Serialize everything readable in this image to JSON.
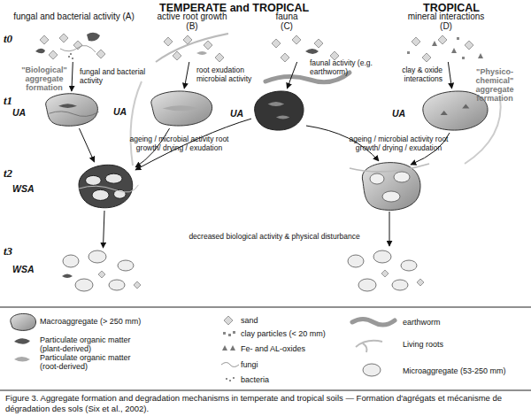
{
  "diagram": {
    "caption": "Figure 3. Aggregate formation and degradation mechanisms in temperate and tropical soils — Formation d'agrégats et mécanisme de dégradation des sols (Six et al., 2002).",
    "nodes": [
      {
        "text": [
          "fungal and bacterial activity (A)"
        ]
      },
      {
        "text": [
          "active root growth (B)"
        ]
      },
      {
        "text": [
          "fauna (C)"
        ]
      },
      {
        "text": [
          "mineral interactions (D)"
        ]
      },
      {
        "text": [
          "UA"
        ]
      },
      {
        "text": [
          "UA"
        ]
      },
      {
        "text": [
          "UA"
        ]
      },
      {
        "text": [
          "UA"
        ]
      },
      {
        "text": [
          "WSA"
        ]
      },
      {
        "text": [
          "WSA"
        ]
      }
    ],
    "edges": [
      {
        "from": 0,
        "to": 4,
        "arrow": "to",
        "label": "fungal and bacterial activity"
      },
      {
        "from": 1,
        "to": 5,
        "arrow": "to",
        "label": "root exudation microbial activity"
      },
      {
        "from": 2,
        "to": 6,
        "arrow": "to",
        "label": "faunal activity (e.g. earthworm)"
      },
      {
        "from": 3,
        "to": 7,
        "arrow": "to",
        "label": "clay & oxide interactions"
      },
      {
        "from": 4,
        "to": 8,
        "arrow": "to"
      },
      {
        "from": 5,
        "to": 8,
        "arrow": "to"
      },
      {
        "from": 6,
        "to": 8,
        "arrow": "to"
      },
      {
        "from": 8,
        "to": 9,
        "arrow": "to"
      }
    ],
    "labels": [
      "TEMPERATE and TROPICAL",
      "TROPICAL",
      "t0",
      "t1",
      "t2",
      "t3",
      "\"Biological\" aggregate formation",
      "\"Physico-chemical\" aggregate formation",
      "ageing / microbial activity root growth/ drying / exudation",
      "ageing / microbial activity root growth/ drying / exudation",
      "decreased biological activity & physical disturbance"
    ],
    "legend": [
      {
        "text": "Macroaggregate (> 250 mm)"
      },
      {
        "text": "Particulate organic matter (plant-derived)"
      },
      {
        "text": "Particulate organic matter (root-derived)"
      },
      {
        "text": "sand"
      },
      {
        "text": "clay particles (< 20 mm)"
      },
      {
        "text": "Fe- and AL-oxides"
      },
      {
        "text": "fungi"
      },
      {
        "text": "bacteria"
      },
      {
        "text": "earthworm"
      },
      {
        "text": "Living roots"
      },
      {
        "text": "Microaggregate (53-250 mm)"
      }
    ]
  }
}
